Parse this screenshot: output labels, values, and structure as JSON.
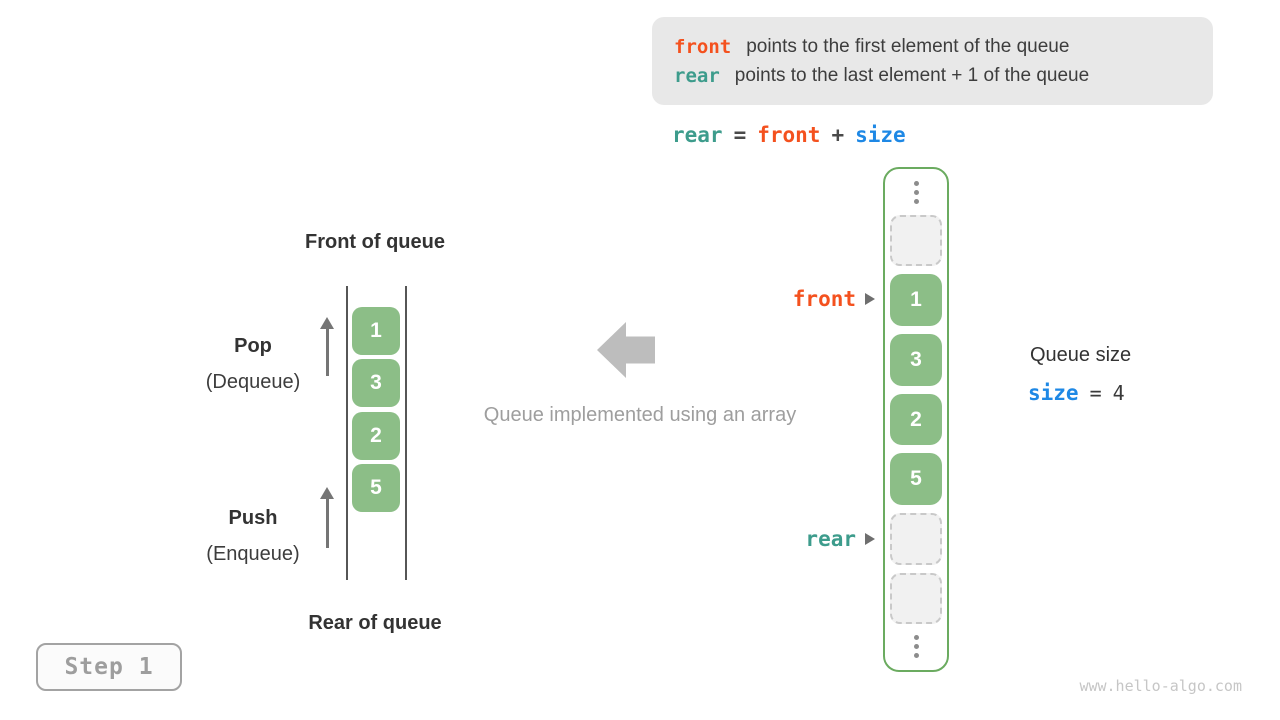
{
  "info_box": {
    "lines": [
      {
        "code": "front",
        "text": "points to the first element of the queue"
      },
      {
        "code": "rear",
        "text": "points to the last element + 1 of the queue"
      }
    ]
  },
  "formula": {
    "rear": "rear",
    "equals": "=",
    "front": "front",
    "plus": "+",
    "size": "size"
  },
  "left_queue": {
    "front_label": "Front of queue",
    "rear_label": "Rear of queue",
    "pop_title": "Pop",
    "pop_subtitle": "(Dequeue)",
    "push_title": "Push",
    "push_subtitle": "(Enqueue)",
    "cells": [
      "1",
      "3",
      "2",
      "5"
    ]
  },
  "center": {
    "caption": "Queue implemented using an array"
  },
  "array": {
    "front_pointer": "front",
    "rear_pointer": "rear",
    "cells": [
      {
        "type": "ellipsis"
      },
      {
        "type": "empty"
      },
      {
        "type": "value",
        "value": "1"
      },
      {
        "type": "value",
        "value": "3"
      },
      {
        "type": "value",
        "value": "2"
      },
      {
        "type": "value",
        "value": "5"
      },
      {
        "type": "empty"
      },
      {
        "type": "empty"
      },
      {
        "type": "ellipsis"
      }
    ]
  },
  "queue_size": {
    "label": "Queue size",
    "code": "size",
    "equals": "=",
    "value": "4"
  },
  "step_badge": {
    "label": "Step 1"
  },
  "watermark": "www.hello-algo.com",
  "colors": {
    "cell_green": "#8cbe87",
    "container_border_green": "#6bab60",
    "code_orange": "#f4511e",
    "code_teal": "#3d9c8c",
    "code_blue": "#1e88e5",
    "info_box_bg": "#e8e8e8",
    "muted_gray": "#9e9e9e",
    "big_arrow_gray": "#bdbdbd"
  }
}
